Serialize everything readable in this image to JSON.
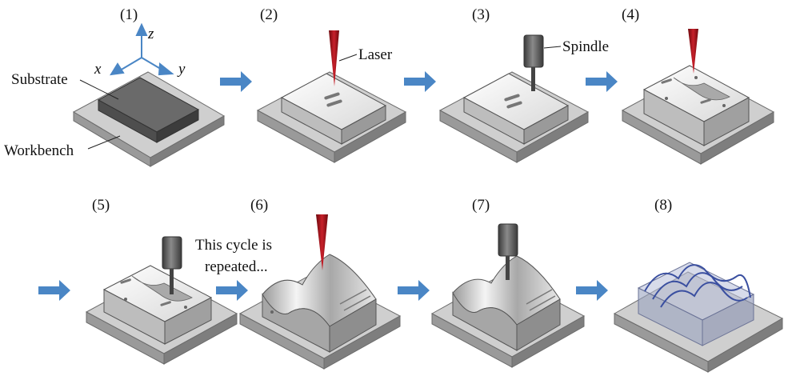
{
  "steps": [
    {
      "label": "(1)"
    },
    {
      "label": "(2)"
    },
    {
      "label": "(3)"
    },
    {
      "label": "(4)"
    },
    {
      "label": "(5)"
    },
    {
      "label": "(6)"
    },
    {
      "label": "(7)"
    },
    {
      "label": "(8)"
    }
  ],
  "callouts": {
    "substrate": "Substrate",
    "workbench": "Workbench",
    "laser": "Laser",
    "spindle": "Spindle",
    "cycle_line1": "This cycle is",
    "cycle_line2": "repeated..."
  },
  "axes": {
    "x": "x",
    "y": "y",
    "z": "z"
  },
  "colors": {
    "arrow": "#4a86c5",
    "laser": "#b0141a",
    "workbench_top": "#c8c8c8",
    "workbench_side": "#8c8c8c",
    "substrate_top": "#6a6a6a",
    "workpiece_top": "#ececec",
    "workpiece_side": "#b4b4b4",
    "spindle": "#555555",
    "final_channel": "#3a4fa0"
  }
}
